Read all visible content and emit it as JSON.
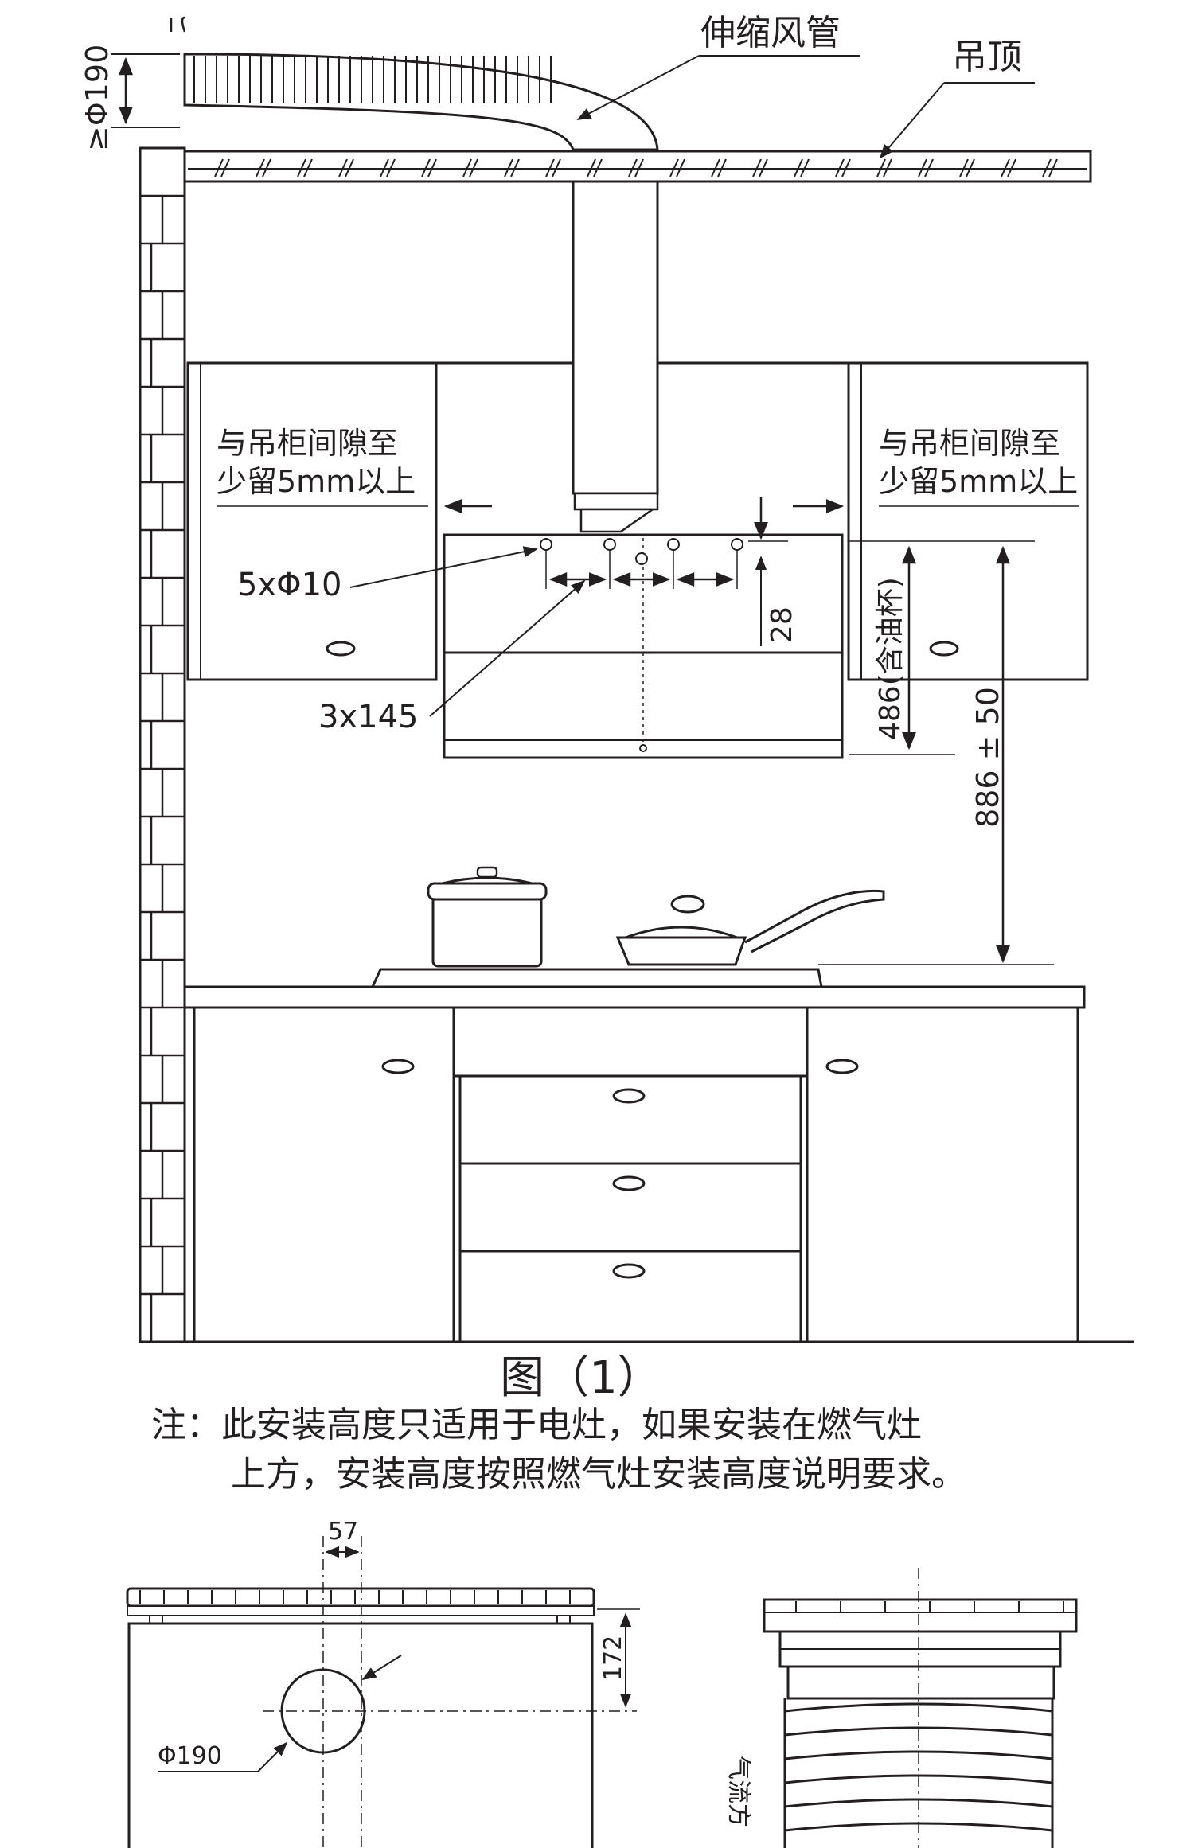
{
  "labels": {
    "duct": "伸缩风管",
    "ceiling": "吊顶",
    "duct_diameter": "≥Φ190",
    "gap_left_line1": "与吊柜间隙至",
    "gap_left_line2": "少留5mm以上",
    "gap_right_line1": "与吊柜间隙至",
    "gap_right_line2": "少留5mm以上",
    "holes": "5xΦ10",
    "spacing": "3x145",
    "dim_28": "28",
    "dim_486": "486(含油杯)",
    "dim_886": "886 ± 50"
  },
  "caption": "图（1）",
  "note": {
    "line1": "注：此安装高度只适用于电灶，如果安装在燃气灶",
    "line2": "上方，安装高度按照燃气灶安装高度说明要求。"
  },
  "detail": {
    "dim_57": "57",
    "dim_172": "172",
    "hole_diameter": "Φ190",
    "airflow": "气流方"
  }
}
